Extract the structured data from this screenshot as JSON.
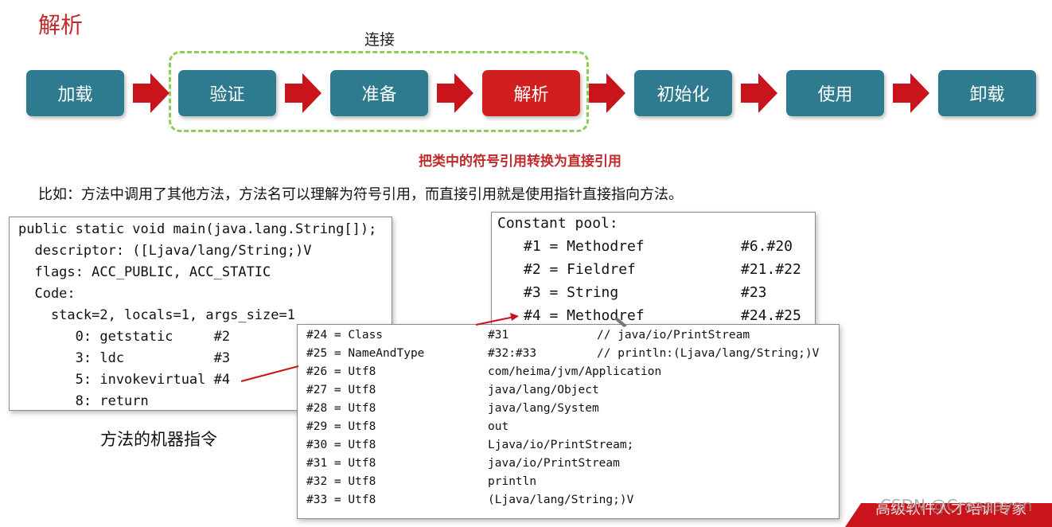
{
  "slide": {
    "title": "解析",
    "group_label": "连接",
    "stages": [
      {
        "label": "加载",
        "active": false
      },
      {
        "label": "验证",
        "active": false
      },
      {
        "label": "准备",
        "active": false
      },
      {
        "label": "解析",
        "active": true
      },
      {
        "label": "初始化",
        "active": false
      },
      {
        "label": "使用",
        "active": false
      },
      {
        "label": "卸载",
        "active": false
      }
    ],
    "subtitle": "把类中的符号引用转换为直接引用",
    "example": "比如：方法中调用了其他方法，方法名可以理解为符号引用，而直接引用就是使用指针直接指向方法。",
    "caption": "方法的机器指令",
    "colors": {
      "stage": "#2e7a8e",
      "active": "#d11e1e",
      "arrow": "#c8141a",
      "dashed": "#8bcf57",
      "title": "#c0292b"
    }
  },
  "method_code": {
    "lines": [
      "public static void main(java.lang.String[]);",
      "  descriptor: ([Ljava/lang/String;)V",
      "  flags: ACC_PUBLIC, ACC_STATIC",
      "  Code:",
      "    stack=2, locals=1, args_size=1",
      "       0: getstatic     #2",
      "       3: ldc           #3",
      "       5: invokevirtual #4",
      "       8: return"
    ]
  },
  "constant_pool": {
    "header": "Constant pool:",
    "entries": [
      {
        "left": "#1 = Methodref",
        "ref": "#6.#20"
      },
      {
        "left": "#2 = Fieldref",
        "ref": "#21.#22"
      },
      {
        "left": "#3 = String",
        "ref": "#23"
      },
      {
        "left": "#4 = Methodref",
        "ref": "#24.#25"
      }
    ]
  },
  "pool_detail": {
    "rows": [
      {
        "entry": "#24 = Class",
        "value": "#31",
        "comment": "// java/io/PrintStream"
      },
      {
        "entry": "#25 = NameAndType",
        "value": "#32:#33",
        "comment": "// println:(Ljava/lang/String;)V"
      },
      {
        "entry": "#26 = Utf8",
        "value": "com/heima/jvm/Application",
        "comment": ""
      },
      {
        "entry": "#27 = Utf8",
        "value": "java/lang/Object",
        "comment": ""
      },
      {
        "entry": "#28 = Utf8",
        "value": "java/lang/System",
        "comment": ""
      },
      {
        "entry": "#29 = Utf8",
        "value": "out",
        "comment": ""
      },
      {
        "entry": "#30 = Utf8",
        "value": "Ljava/io/PrintStream;",
        "comment": ""
      },
      {
        "entry": "#31 = Utf8",
        "value": "java/io/PrintStream",
        "comment": ""
      },
      {
        "entry": "#32 = Utf8",
        "value": "println",
        "comment": ""
      },
      {
        "entry": "#33 = Utf8",
        "value": "(Ljava/lang/String;)V",
        "comment": ""
      }
    ]
  },
  "watermark": {
    "banner": "高级软件人才培训专家",
    "credit": "CSDN @Craaaayon"
  }
}
